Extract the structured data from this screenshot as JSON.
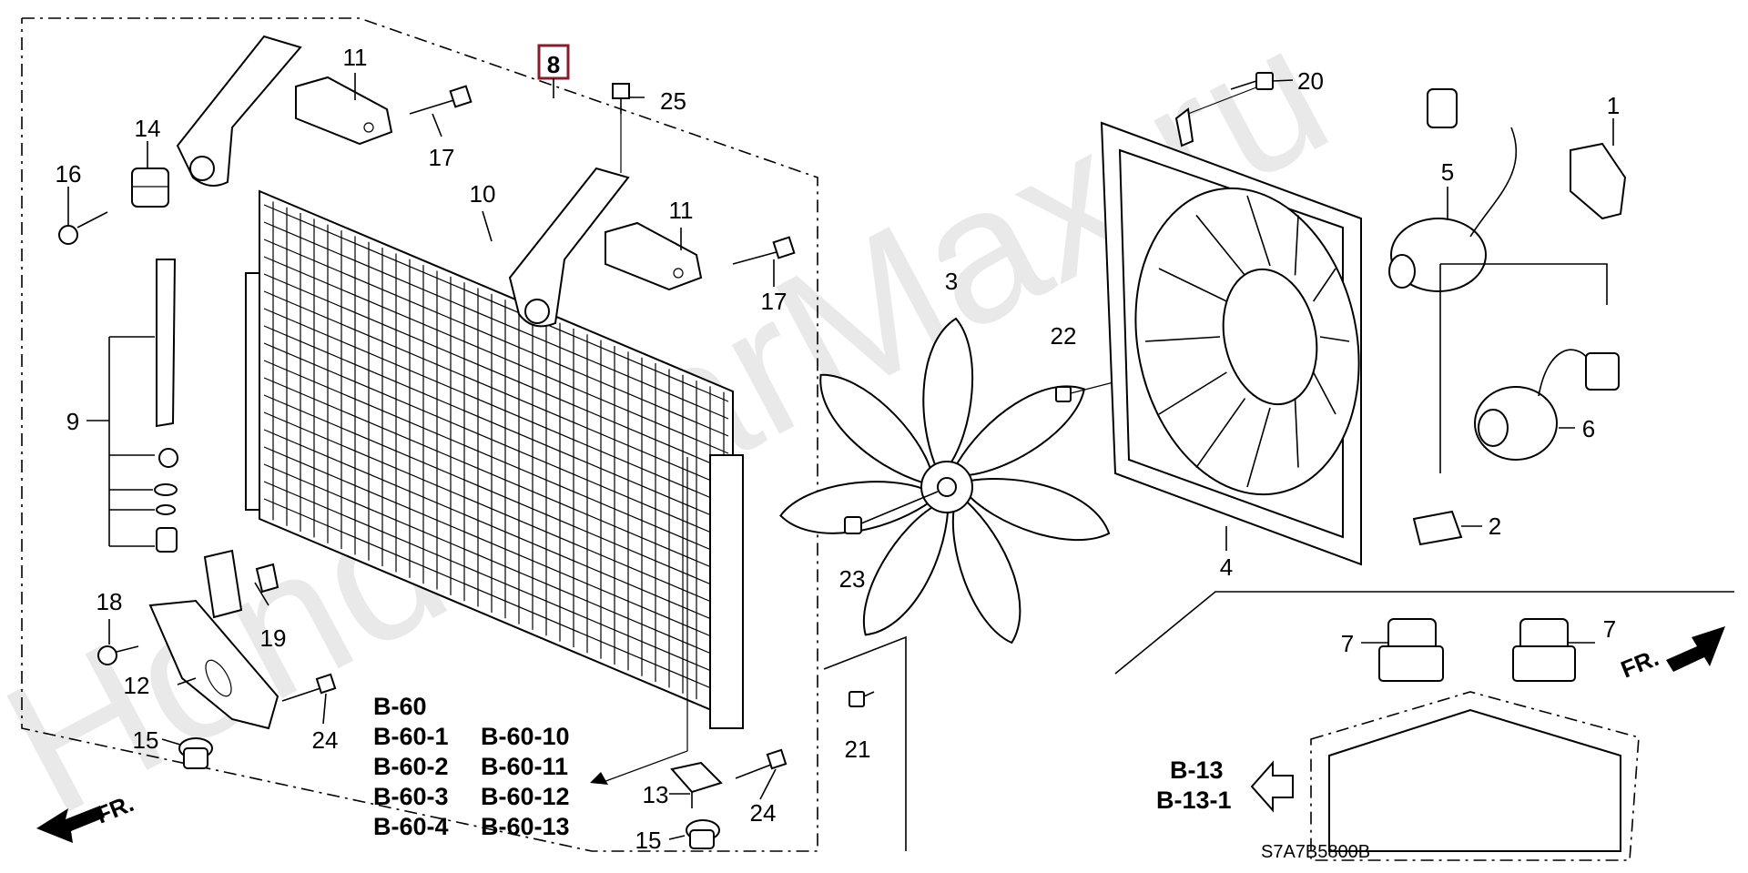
{
  "watermark": "HondaCarMax.ru",
  "highlight_color": "#8b1a2b",
  "callouts": {
    "c1": "1",
    "c2": "2",
    "c3": "3",
    "c4": "4",
    "c5": "5",
    "c6": "6",
    "c7a": "7",
    "c7b": "7",
    "c8": "8",
    "c9": "9",
    "c10": "10",
    "c11a": "11",
    "c11b": "11",
    "c12": "12",
    "c13": "13",
    "c14": "14",
    "c15a": "15",
    "c15b": "15",
    "c16": "16",
    "c17a": "17",
    "c17b": "17",
    "c18": "18",
    "c19": "19",
    "c20": "20",
    "c21": "21",
    "c22": "22",
    "c23": "23",
    "c24a": "24",
    "c24b": "24",
    "c25": "25"
  },
  "refs_left": [
    "B-60",
    "B-60-1",
    "B-60-2",
    "B-60-3",
    "B-60-4"
  ],
  "refs_right": [
    "B-60-10",
    "B-60-11",
    "B-60-12",
    "B-60-13"
  ],
  "refs_relay": [
    "B-13",
    "B-13-1"
  ],
  "front_label": "FR.",
  "diagram_code": "S7A7B5800B"
}
